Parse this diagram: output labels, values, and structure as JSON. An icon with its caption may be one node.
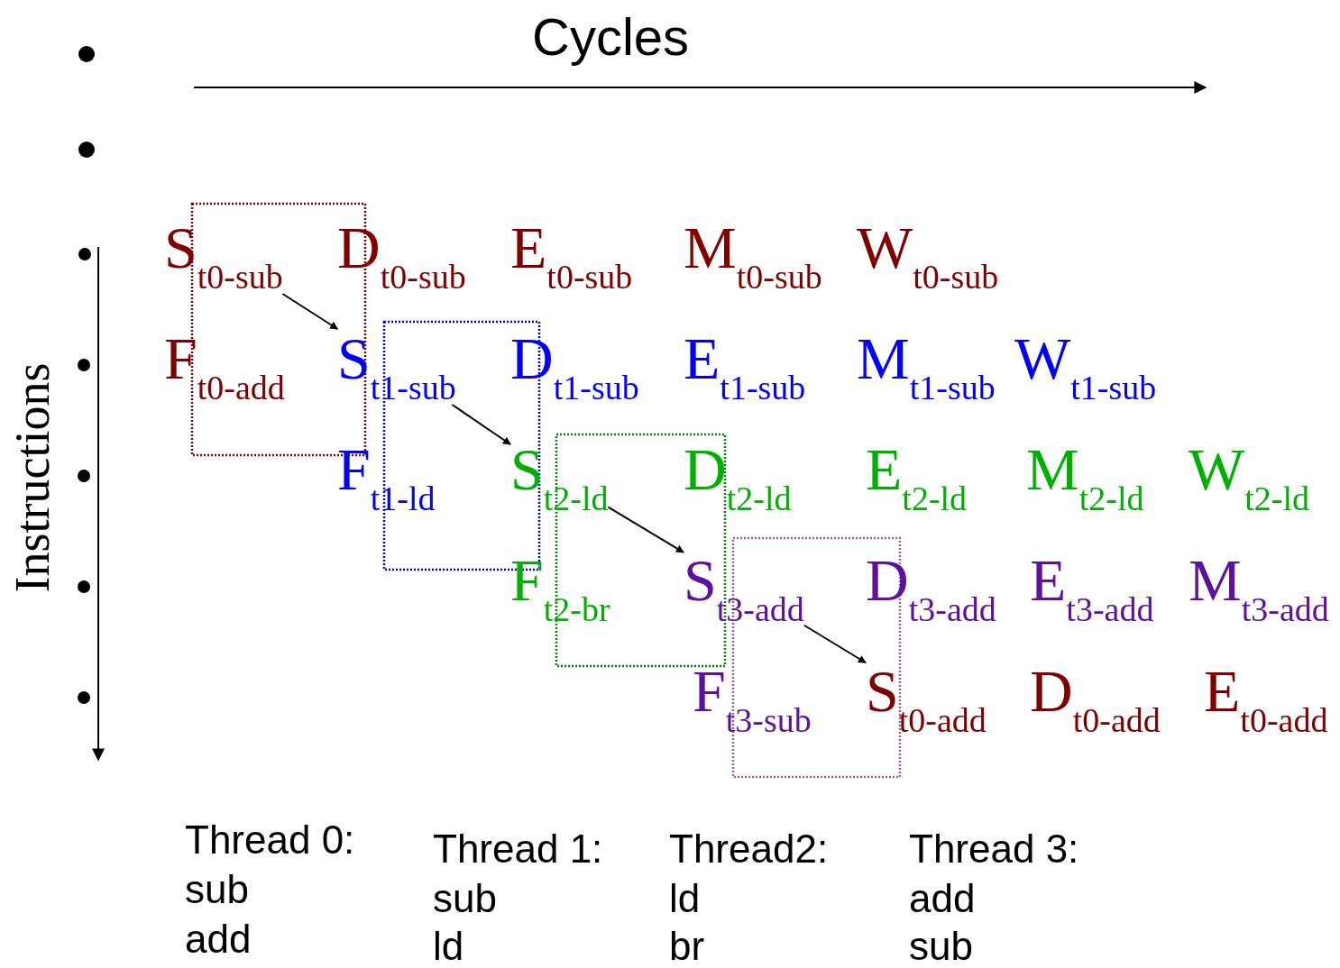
{
  "diagram": {
    "nodes": [
      {
        "text": [
          "S$_{t0-sub}$"
        ]
      },
      {
        "text": [
          "D$_{t0-sub}$"
        ]
      },
      {
        "text": [
          "E$_{t0-sub}$"
        ]
      },
      {
        "text": [
          "M$_{t0-sub}$"
        ]
      },
      {
        "text": [
          "W$_{t0-sub}$"
        ]
      },
      {
        "text": [
          "F$_{t0-add}$"
        ]
      },
      {
        "text": [
          "S$_{t1-sub}$"
        ]
      },
      {
        "text": [
          "D$_{t1-sub}$"
        ]
      },
      {
        "text": [
          "E$_{t1-sub}$"
        ]
      },
      {
        "text": [
          "M$_{t1-sub}$"
        ]
      },
      {
        "text": [
          "W$_{t1-sub}$"
        ]
      },
      {
        "text": [
          "F$_{t1-ld}$"
        ]
      },
      {
        "text": [
          "S$_{t2-ld}$"
        ]
      },
      {
        "text": [
          "D$_{t2-ld}$"
        ]
      },
      {
        "text": [
          "E$_{t2-ld}$"
        ]
      },
      {
        "text": [
          "M$_{t2-ld}$"
        ]
      },
      {
        "text": [
          "W$_{t2-ld}$"
        ]
      },
      {
        "text": [
          "F$_{t2-br}$"
        ]
      },
      {
        "text": [
          "S$_{t3-add}$"
        ]
      },
      {
        "text": [
          "D$_{t3-add}$"
        ]
      },
      {
        "text": [
          "E$_{t3-add}$"
        ]
      },
      {
        "text": [
          "M$_{t3-add}$"
        ]
      },
      {
        "text": [
          "F$_{t3-sub}$"
        ]
      },
      {
        "text": [
          "S$_{t0-add}$"
        ]
      },
      {
        "text": [
          "D$_{t0-add}$"
        ]
      },
      {
        "text": [
          "E$_{t0-add}$"
        ]
      }
    ],
    "edges": [
      {
        "from": 0,
        "to": 6,
        "arrow": "to"
      },
      {
        "from": 6,
        "to": 12,
        "arrow": "to"
      },
      {
        "from": 12,
        "to": 18,
        "arrow": "to"
      },
      {
        "from": 18,
        "to": 23,
        "arrow": "to"
      }
    ],
    "labels": [
      "Cycles",
      "Instructions",
      "Thread 0:",
      "sub",
      "add",
      "Thread 1:",
      "sub",
      "ld",
      "Thread2:",
      "ld",
      "br",
      "Thread 3:",
      "add",
      "sub"
    ]
  }
}
